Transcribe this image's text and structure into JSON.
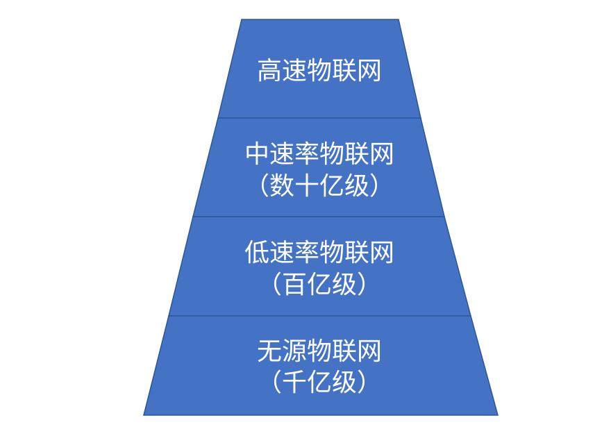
{
  "diagram": {
    "colors": {
      "fill": "#4472c4",
      "stroke": "#2f5597",
      "text": "#ffffff"
    },
    "tiers": [
      {
        "lines": [
          "高速物联网"
        ]
      },
      {
        "lines": [
          "中速率物联网",
          "（数十亿级）"
        ]
      },
      {
        "lines": [
          "低速率物联网",
          "（百亿级）"
        ]
      },
      {
        "lines": [
          "无源物联网",
          "（千亿级）"
        ]
      }
    ]
  }
}
